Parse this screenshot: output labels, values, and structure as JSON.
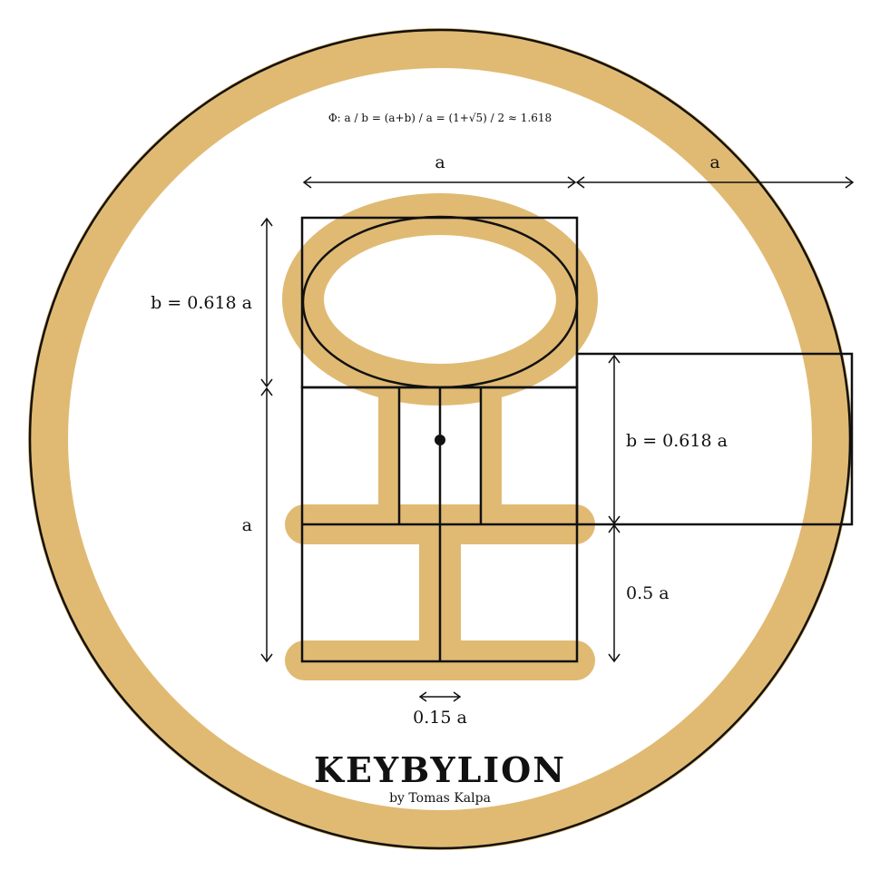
{
  "formula": "Φ: a / b = (a+b) / a = (1+√5) / 2 ≈ 1.618",
  "dimensions": {
    "top_left_width": "a",
    "top_right_width": "a",
    "left_upper_height": "b = 0.618 a",
    "left_lower_height": "a",
    "right_upper_height": "b = 0.618 a",
    "right_lower_height": "0.5 a",
    "stem_width": "0.15 a"
  },
  "title": "KEYBYLION",
  "subtitle": "by Tomas Kalpa",
  "colors": {
    "gold": "#e0ba73",
    "ink": "#111111",
    "background": "#ffffff"
  },
  "golden_ratio": 1.618
}
